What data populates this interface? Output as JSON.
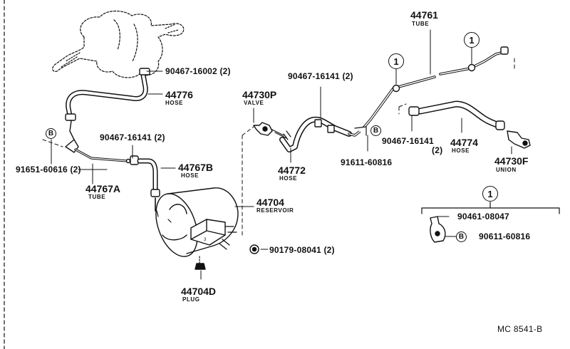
{
  "parts": {
    "p90467_16002": "90467-16002 (2)",
    "p44776": "44776",
    "p44776_name": "HOSE",
    "p90467_16141_left": "90467-16141 (2)",
    "p44767b": "44767B",
    "p44767b_name": "HOSE",
    "p91651": "91651-60616 (2)",
    "p44767a": "44767A",
    "p44767a_name": "TUBE",
    "p44704": "44704",
    "p44704_name": "RESERVOIR",
    "p90179": "90179-08041 (2)",
    "p44704d": "44704D",
    "p44704d_name": "PLUG",
    "p44730p": "44730P",
    "p44730p_name": "VALVE",
    "p90467_16141_mid": "90467-16141 (2)",
    "p44772": "44772",
    "p44772_name": "HOSE",
    "p91611": "91611-60816",
    "p44761": "44761",
    "p44761_name": "TUBE",
    "p90467_16141_right": "90467-16141",
    "p90467_16141_right_qty": "(2)",
    "p44774": "44774",
    "p44774_name": "HOSE",
    "p44730f": "44730F",
    "p44730f_name": "UNION",
    "p90461": "90461-08047",
    "p90611": "90611-60816"
  },
  "markers": {
    "one": "1",
    "b": "B"
  },
  "reference": "MC 8541-B"
}
